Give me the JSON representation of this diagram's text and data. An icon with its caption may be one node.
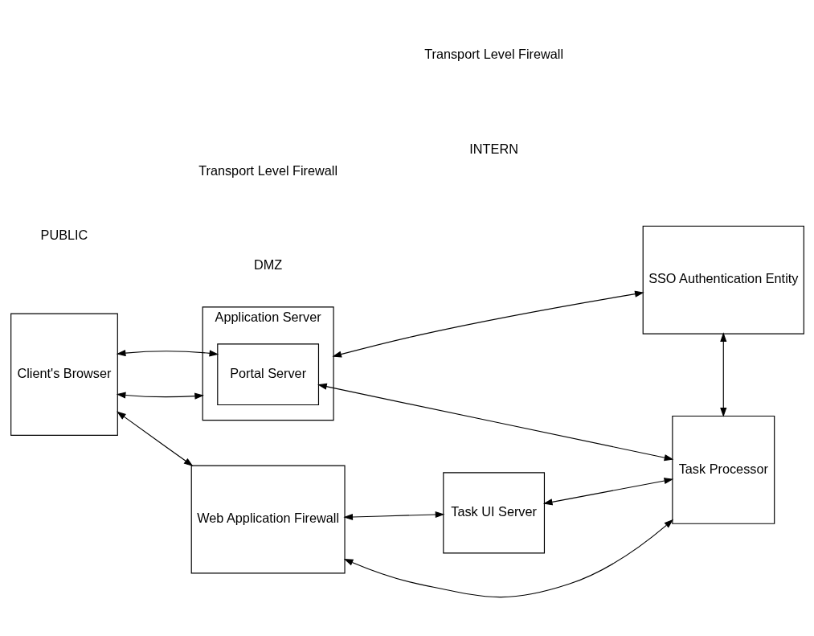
{
  "diagram": {
    "nodes": [
      {
        "text": [
          "Client's Browser"
        ]
      },
      {
        "text": [
          "Application Server"
        ]
      },
      {
        "text": [
          "Portal Server"
        ],
        "in": 1
      },
      {
        "text": [
          "SSO Authentication Entity"
        ]
      },
      {
        "text": [
          "Web Application Firewall"
        ]
      },
      {
        "text": [
          "Task UI Server"
        ]
      },
      {
        "text": [
          "Task Processor"
        ]
      }
    ],
    "edges": [
      {
        "from": 0,
        "to": 1,
        "arrow": "both"
      },
      {
        "from": 0,
        "to": 2,
        "arrow": "both"
      },
      {
        "from": 1,
        "to": 3,
        "arrow": "both"
      },
      {
        "from": 2,
        "to": 6,
        "arrow": "both"
      },
      {
        "from": 3,
        "to": 6,
        "arrow": "both"
      },
      {
        "from": 0,
        "to": 4,
        "arrow": "both"
      },
      {
        "from": 4,
        "to": 5,
        "arrow": "both"
      },
      {
        "from": 5,
        "to": 6,
        "arrow": "both"
      },
      {
        "from": 4,
        "to": 6,
        "arrow": "both"
      }
    ],
    "labels": [
      "PUBLIC",
      "DMZ",
      "INTERN",
      "Transport Level Firewall",
      "Transport Level Firewall"
    ]
  }
}
